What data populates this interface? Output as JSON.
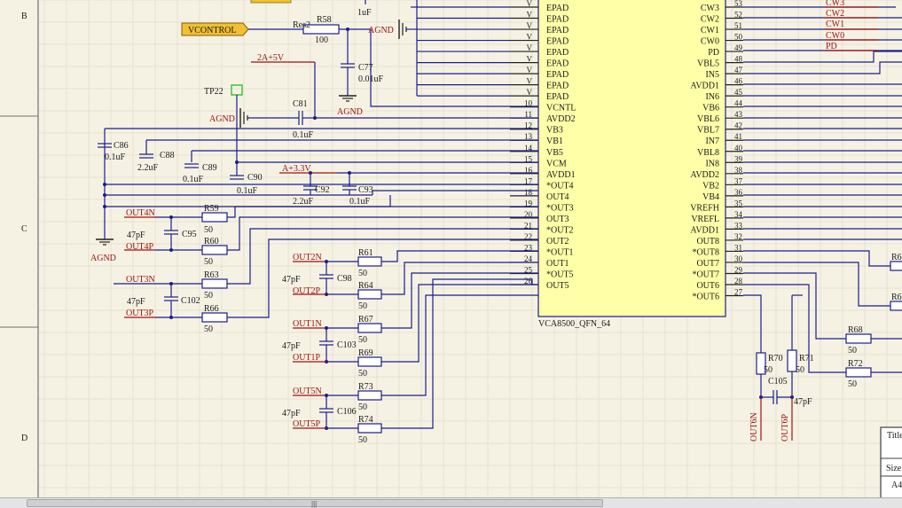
{
  "border": {
    "zones": [
      "B",
      "C",
      "D"
    ]
  },
  "ic": {
    "ref": "VCA8500_QFN_64",
    "left_pins": [
      {
        "n": "",
        "name": "EPAD"
      },
      {
        "n": "",
        "name": "EPAD"
      },
      {
        "n": "",
        "name": "EPAD"
      },
      {
        "n": "",
        "name": "EPAD"
      },
      {
        "n": "",
        "name": "EPAD"
      },
      {
        "n": "",
        "name": "EPAD"
      },
      {
        "n": "",
        "name": "EPAD"
      },
      {
        "n": "",
        "name": "EPAD"
      },
      {
        "n": "",
        "name": "EPAD"
      },
      {
        "n": "10",
        "name": "VCNTL"
      },
      {
        "n": "11",
        "name": "AVDD2"
      },
      {
        "n": "12",
        "name": "VB3"
      },
      {
        "n": "13",
        "name": "VB1"
      },
      {
        "n": "14",
        "name": "VB5"
      },
      {
        "n": "15",
        "name": "VCM"
      },
      {
        "n": "16",
        "name": "AVDD1"
      },
      {
        "n": "17",
        "name": "*OUT4"
      },
      {
        "n": "18",
        "name": "OUT4"
      },
      {
        "n": "19",
        "name": "*OUT3"
      },
      {
        "n": "20",
        "name": "OUT3"
      },
      {
        "n": "21",
        "name": "*OUT2"
      },
      {
        "n": "22",
        "name": "OUT2"
      },
      {
        "n": "23",
        "name": "*OUT1"
      },
      {
        "n": "24",
        "name": "OUT1"
      },
      {
        "n": "25",
        "name": "*OUT5"
      },
      {
        "n": "26",
        "name": "OUT5"
      }
    ],
    "right_pins": [
      {
        "n": "53",
        "name": "CW3"
      },
      {
        "n": "52",
        "name": "CW2"
      },
      {
        "n": "51",
        "name": "CW1"
      },
      {
        "n": "50",
        "name": "CW0"
      },
      {
        "n": "49",
        "name": "PD"
      },
      {
        "n": "48",
        "name": "VBL5"
      },
      {
        "n": "47",
        "name": "IN5"
      },
      {
        "n": "46",
        "name": "AVDD1"
      },
      {
        "n": "45",
        "name": "IN6"
      },
      {
        "n": "44",
        "name": "VB6"
      },
      {
        "n": "43",
        "name": "VBL6"
      },
      {
        "n": "42",
        "name": "VBL7"
      },
      {
        "n": "41",
        "name": "IN7"
      },
      {
        "n": "40",
        "name": "VBL8"
      },
      {
        "n": "39",
        "name": "IN8"
      },
      {
        "n": "38",
        "name": "AVDD2"
      },
      {
        "n": "37",
        "name": "VB2"
      },
      {
        "n": "36",
        "name": "VB4"
      },
      {
        "n": "35",
        "name": "VREFH"
      },
      {
        "n": "34",
        "name": "VREFL"
      },
      {
        "n": "33",
        "name": "AVDD1"
      },
      {
        "n": "32",
        "name": "OUT8"
      },
      {
        "n": "31",
        "name": "*OUT8"
      },
      {
        "n": "30",
        "name": "OUT7"
      },
      {
        "n": "29",
        "name": "*OUT7"
      },
      {
        "n": "28",
        "name": "OUT6"
      },
      {
        "n": "27",
        "name": "*OUT6"
      }
    ],
    "epad_pin_mark": "V",
    "right_nets": [
      "CW3",
      "CW2",
      "CW1",
      "CW0",
      "PD"
    ]
  },
  "labels": {
    "vcontrol": "VCONTROL",
    "res2": "Res2",
    "r58": "R58",
    "r58_val": "100",
    "c_top_val": "1uF",
    "agnd_top": "AGND",
    "c77": "C77",
    "c77_val": "0.01uF",
    "agnd_c77": "AGND",
    "net_2a5v": "2A+5V",
    "tp22": "TP22",
    "agnd_c81": "AGND",
    "c81": "C81",
    "c81_val": "0.1uF",
    "c86": "C86",
    "c86_val": "0.1uF",
    "c88": "C88",
    "c88_val": "2.2uF",
    "c89": "C89",
    "c89_val": "0.1uF",
    "c90": "C90",
    "c90_val": "0.1uF",
    "net_a3v3": "A+3.3V",
    "c92": "C92",
    "c92_val": "2.2uF",
    "c93": "C93",
    "c93_val": "0.1uF",
    "agnd_left": "AGND",
    "out4n": "OUT4N",
    "out4p": "OUT4P",
    "c95": "C95",
    "c95_val": "47pF",
    "r59": "R59",
    "r59_val": "50",
    "r60": "R60",
    "r60_val": "50",
    "out3n": "OUT3N",
    "out3p": "OUT3P",
    "c102": "C102",
    "c102_val": "47pF",
    "r63": "R63",
    "r63_val": "50",
    "r66": "R66",
    "r66_val": "50",
    "out2n": "OUT2N",
    "out2p": "OUT2P",
    "c98": "C98",
    "c98_val": "47pF",
    "r61": "R61",
    "r61_val": "50",
    "r64": "R64",
    "r64_val": "50",
    "out1n": "OUT1N",
    "out1p": "OUT1P",
    "c103": "C103",
    "c103_val": "47pF",
    "r67": "R67",
    "r67_val": "50",
    "r69": "R69",
    "r69_val": "50",
    "out5n": "OUT5N",
    "out5p": "OUT5P",
    "c106": "C106",
    "c106_val": "47pF",
    "r73": "R73",
    "r73_val": "50",
    "r74": "R74",
    "r74_val": "50",
    "r68": "R68",
    "r68_val": "50",
    "r72": "R72",
    "r72_val": "50",
    "r70": "R70",
    "r70_val": "50",
    "r71": "R71",
    "r71_val": "50",
    "c105": "C105",
    "c105_val": "47pF",
    "out6n": "OUT6N",
    "out6p": "OUT6P",
    "r_cut1": "R6",
    "r_cut2": "R6",
    "title_block_title": "Title",
    "title_block_size": "Size",
    "title_block_sheet": "A4"
  },
  "colors": {
    "background": "#f5f2e4",
    "ic_fill": "#ffffa8",
    "wire": "#1a1e8c",
    "net_label": "#a01010",
    "vcontrol_port": "#f0c030",
    "testpoint": "#30c030"
  },
  "scrollbar": {
    "grip": "|||"
  }
}
